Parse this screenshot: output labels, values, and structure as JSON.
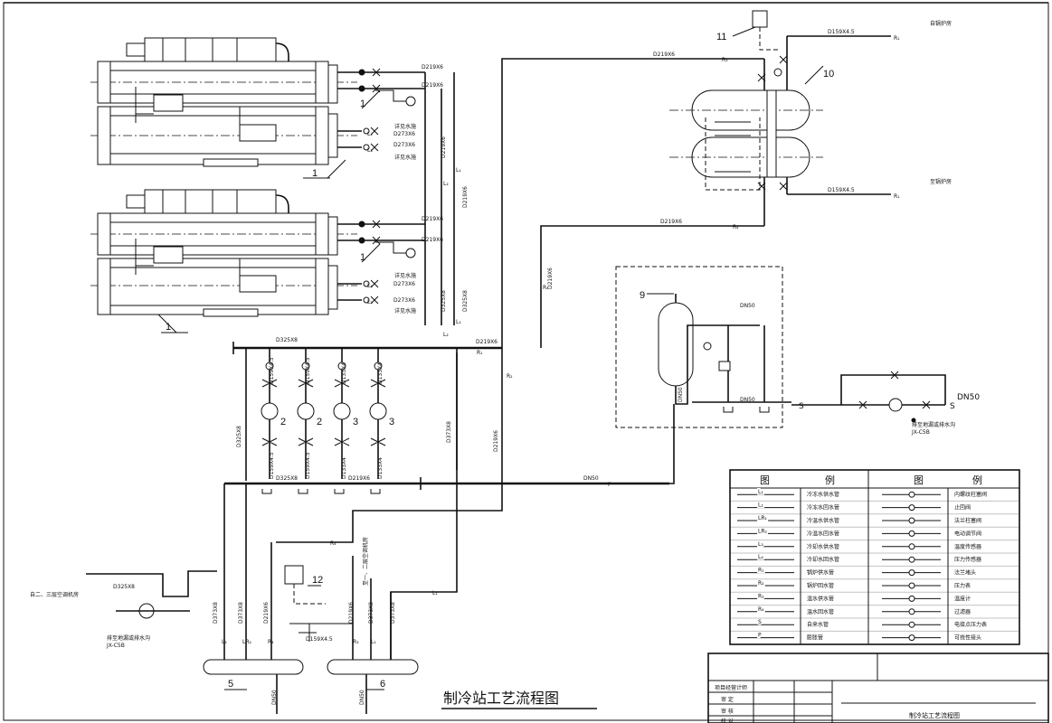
{
  "title": "制冷站工艺流程图",
  "title_block_name": "制冷站工艺流程图",
  "title_block_rows": [
    "项目经营计师",
    "审 定",
    "审 核",
    "校 对"
  ],
  "item_numbers": {
    "chiller_upper": "1",
    "chiller_lower": "1",
    "chiller_upper_b": "1",
    "chiller_lower_b": "1",
    "pump_a": "2",
    "pump_b": "2",
    "pump_c": "3",
    "pump_d": "3",
    "collector": "5",
    "distributor": "6",
    "expansion_tank": "9",
    "heat_exchanger": "10",
    "ctrl_box_top": "11",
    "ctrl_box_bottom": "12"
  },
  "pipe_codes": {
    "L1": "L₁",
    "L2": "L₂",
    "L3": "L₃",
    "L4": "L₄",
    "LR2": "LR₂",
    "R1": "R₁",
    "R2": "R₂",
    "R3": "R₃",
    "R4": "R₄",
    "P": "P",
    "S": "S"
  },
  "pipe_specs": {
    "d219": "D219X6",
    "d273": "D273X6",
    "d325": "D325X8",
    "d373": "D373X8",
    "d159": "D159X4.5",
    "d133": "D133X4",
    "dn50": "DN50"
  },
  "labels": {
    "to_boiler_top": "自锅炉房",
    "to_boiler_bottom": "至锅炉房",
    "to_cooling_1": "详见水施",
    "to_cooling_2": "详见水施",
    "to_cooling_3": "详见水施",
    "to_cooling_4": "详见水施",
    "left_supply": "自二、三层空调机房",
    "right_supply": "至一、二层空调机房",
    "drain_note_1": "排至地漏或排水沟",
    "drain_note_2": "排至地漏或排水沟",
    "model_tag": "JX-C5B"
  },
  "legend": {
    "header_left_a": "图",
    "header_left_b": "例",
    "header_right_a": "图",
    "header_right_b": "例",
    "left_rows": [
      {
        "code": "L₁",
        "desc": "冷冻水供水管"
      },
      {
        "code": "L₂",
        "desc": "冷冻水回水管"
      },
      {
        "code": "LR₁",
        "desc": "冷温水供水管"
      },
      {
        "code": "LR₂",
        "desc": "冷温水回水管"
      },
      {
        "code": "L₃",
        "desc": "冷却水供水管"
      },
      {
        "code": "L₄",
        "desc": "冷却水回水管"
      },
      {
        "code": "R₁",
        "desc": "锅炉供水管"
      },
      {
        "code": "R₂",
        "desc": "锅炉回水管"
      },
      {
        "code": "R₃",
        "desc": "温水供水管"
      },
      {
        "code": "R₄",
        "desc": "温水回水管"
      },
      {
        "code": "S",
        "desc": "自来水管"
      },
      {
        "code": "P",
        "desc": "膨胀管"
      }
    ],
    "right_rows": [
      {
        "desc": "内螺纹柱塞阀"
      },
      {
        "desc": "止回阀"
      },
      {
        "desc": "法兰柱塞阀"
      },
      {
        "desc": "电动调节阀"
      },
      {
        "desc": "温度传感器"
      },
      {
        "desc": "压力传感器"
      },
      {
        "desc": "法兰堵头"
      },
      {
        "desc": "压力表"
      },
      {
        "desc": "温度计"
      },
      {
        "desc": "过滤器"
      },
      {
        "desc": "电接点压力表"
      },
      {
        "desc": "可挠性接头"
      }
    ]
  }
}
